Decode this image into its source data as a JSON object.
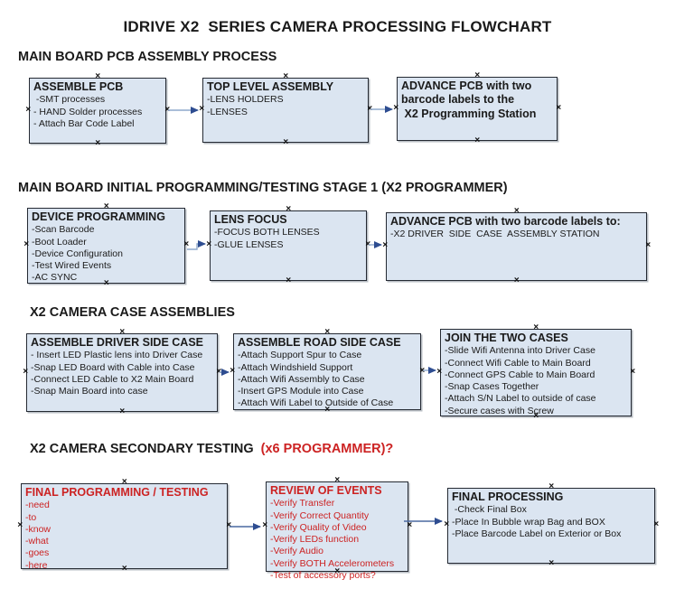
{
  "title": "IDRIVE X2  SERIES CAMERA PROCESSING FLOWCHART",
  "colors": {
    "box_fill": "#dbe5f1",
    "box_border": "#252a33",
    "red_text": "#cc2222",
    "arrow_line": "#8ea8cb",
    "arrow_head": "#2e4d91"
  },
  "sections": [
    {
      "heading": "MAIN BOARD PCB ASSEMBLY PROCESS",
      "boxes": [
        {
          "title": "ASSEMBLE PCB",
          "items": [
            " -SMT processes",
            "- HAND Solder processes",
            "- Attach Bar Code Label"
          ]
        },
        {
          "title": "TOP LEVEL ASSEMBLY",
          "items": [
            "-LENS HOLDERS",
            "-LENSES"
          ]
        },
        {
          "title": "ADVANCE PCB with two barcode labels to the \n X2 Programming Station",
          "items": []
        }
      ]
    },
    {
      "heading": "MAIN BOARD INITIAL PROGRAMMING/TESTING STAGE 1 (X2 PROGRAMMER)",
      "boxes": [
        {
          "title": "DEVICE PROGRAMMING",
          "items": [
            "-Scan Barcode",
            "-Boot Loader",
            "-Device Configuration",
            "-Test Wired Events",
            "-AC SYNC"
          ]
        },
        {
          "title": "LENS FOCUS",
          "items": [
            "-FOCUS BOTH LENSES",
            "-GLUE LENSES"
          ]
        },
        {
          "title": "ADVANCE PCB with two barcode labels to:",
          "items": [
            "-X2 DRIVER  SIDE  CASE  ASSEMBLY STATION"
          ]
        }
      ]
    },
    {
      "heading": "X2 CAMERA CASE ASSEMBLIES",
      "boxes": [
        {
          "title": "ASSEMBLE DRIVER SIDE CASE",
          "items": [
            "- Insert LED Plastic lens into Driver Case",
            "-Snap LED Board with Cable into Case",
            "-Connect LED Cable to X2 Main Board",
            "-Snap Main Board into case"
          ]
        },
        {
          "title": "ASSEMBLE ROAD SIDE CASE",
          "items": [
            "-Attach Support Spur to Case",
            "-Attach Windshield Support",
            "-Attach Wifi Assembly to Case",
            "-Insert GPS Module into Case",
            "-Attach Wifi Label to Outside of Case"
          ]
        },
        {
          "title": "JOIN THE TWO CASES",
          "items": [
            "-Slide Wifi Antenna into Driver Case",
            "-Connect Wifi Cable to Main Board",
            "-Connect GPS Cable to Main Board",
            "-Snap Cases Together",
            "-Attach S/N Label to outside of case",
            "-Secure cases with Screw"
          ]
        }
      ]
    },
    {
      "heading": "X2 CAMERA SECONDARY TESTING ",
      "heading_red": " (x6 PROGRAMMER)?",
      "boxes": [
        {
          "title": "FINAL PROGRAMMING / TESTING",
          "items": [
            "-need",
            "-to",
            "-know",
            "-what",
            "-goes",
            "-here"
          ]
        },
        {
          "title": "REVIEW OF EVENTS",
          "items": [
            "-Verify Transfer",
            "-Verify Correct Quantity",
            "-Verify Quality of Video",
            "-Verify LEDs function",
            "-Verify Audio",
            "-Verify BOTH Accelerometers",
            "-Test of accessory ports?"
          ]
        },
        {
          "title": "FINAL PROCESSING",
          "items": [
            " -Check Final Box",
            "-Place In Bubble wrap Bag and BOX",
            "-Place Barcode Label on Exterior or Box"
          ]
        }
      ]
    }
  ]
}
